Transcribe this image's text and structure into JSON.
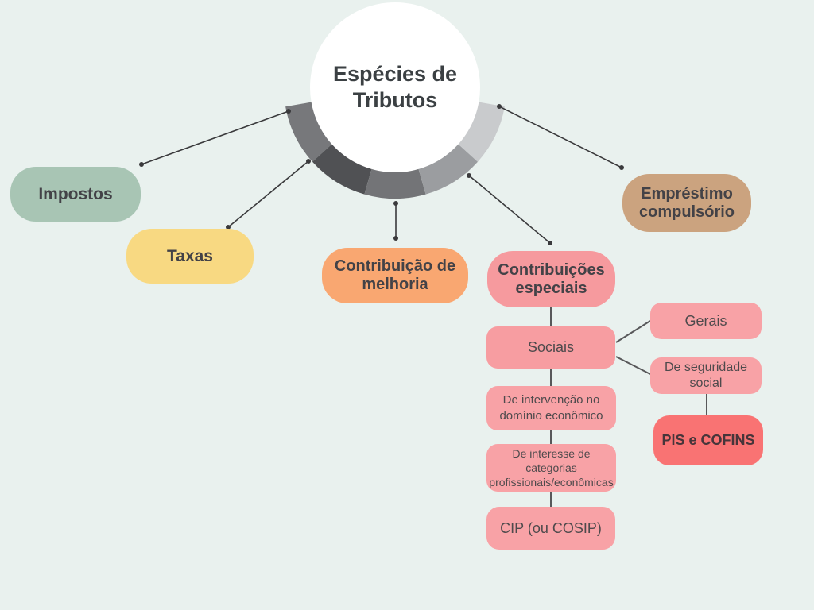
{
  "canvas": {
    "background": "#e9f1ee"
  },
  "title": {
    "text": "Espécies de Tributos"
  },
  "arc": {
    "segment_colors": [
      "#77787b",
      "#505154",
      "#737477",
      "#9b9da0",
      "#c9cbcd"
    ]
  },
  "connectors": {
    "radiating_color": "#3a3a3c",
    "child_color": "#58585a"
  },
  "nodes": {
    "impostos": {
      "label": "Impostos",
      "color": "#a8c5b4"
    },
    "taxas": {
      "label": "Taxas",
      "color": "#f8d982"
    },
    "melhoria": {
      "label": "Contribuição de melhoria",
      "color": "#f9a771"
    },
    "especiais": {
      "label": "Contribuições especiais",
      "color": "#f69a9e"
    },
    "emprestimo": {
      "label": "Empréstimo compulsório",
      "color": "#cba37f"
    },
    "sociais": {
      "label": "Sociais",
      "color": "#f79da1"
    },
    "gerais": {
      "label": "Gerais",
      "color": "#f8a2a6"
    },
    "seguridade": {
      "label": "De seguridade social",
      "color": "#f8a2a6"
    },
    "pis_cofins": {
      "label": "PIS e COFINS",
      "color": "#f97373"
    },
    "intervencao": {
      "label": "De intervenção no domínio econômico",
      "color": "#f8a2a6"
    },
    "interesse": {
      "label": "De interesse de categorias profissionais/econômicas",
      "color": "#f8a2a6"
    },
    "cip": {
      "label": "CIP (ou COSIP)",
      "color": "#f8a2a6"
    }
  },
  "diagram": {
    "type": "mindmap",
    "root": "Espécies de Tributos",
    "branches": [
      {
        "label": "Impostos"
      },
      {
        "label": "Taxas"
      },
      {
        "label": "Contribuição de melhoria"
      },
      {
        "label": "Contribuições especiais",
        "children": [
          {
            "label": "Sociais",
            "children": [
              {
                "label": "Gerais"
              },
              {
                "label": "De seguridade social",
                "children": [
                  {
                    "label": "PIS e COFINS"
                  }
                ]
              }
            ]
          },
          {
            "label": "De intervenção no domínio econômico"
          },
          {
            "label": "De interesse de categorias profissionais/econômicas"
          },
          {
            "label": "CIP (ou COSIP)"
          }
        ]
      },
      {
        "label": "Empréstimo compulsório"
      }
    ]
  }
}
